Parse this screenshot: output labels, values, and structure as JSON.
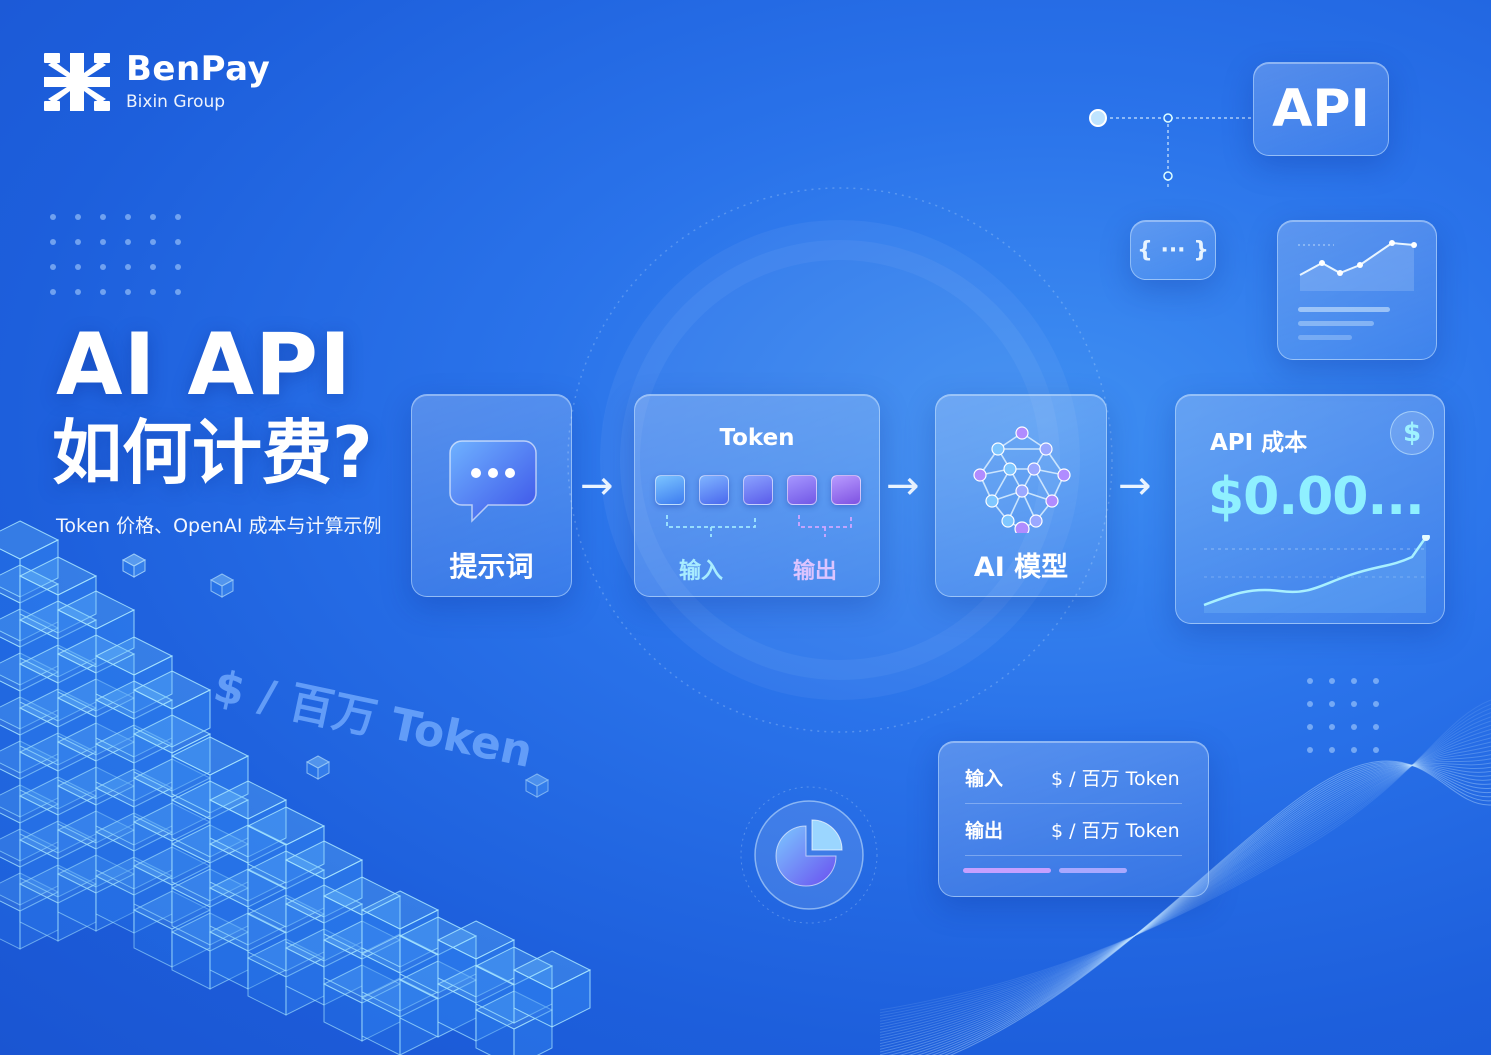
{
  "logo": {
    "brand": "BenPay",
    "sub": "Bixin Group"
  },
  "title": {
    "line1": "AI API",
    "line2": "如何计费?",
    "subtitle": "Token 价格、OpenAI 成本与计算示例"
  },
  "decor": {
    "price_slant": "$ / 百万 Token"
  },
  "flow": {
    "prompt": {
      "label": "提示词"
    },
    "token": {
      "title": "Token",
      "input": "输入",
      "output": "输出"
    },
    "model": {
      "label": "AI 模型"
    },
    "cost": {
      "title": "API 成本",
      "value": "$0.00...",
      "dollar": "$"
    }
  },
  "api_badge": "API",
  "json_badge": "{ ··· }",
  "pricing": {
    "rows": [
      {
        "key": "输入",
        "value": "$ / 百万 Token"
      },
      {
        "key": "输出",
        "value": "$ / 百万 Token"
      }
    ]
  },
  "colors": {
    "accent_cyan": "#8ff0ff",
    "bg": "#2a73ea"
  },
  "icons": [
    "benpay-logo-icon",
    "chat-bubble-icon",
    "neural-network-icon",
    "dollar-icon",
    "pie-chart-icon",
    "line-chart-icon"
  ]
}
